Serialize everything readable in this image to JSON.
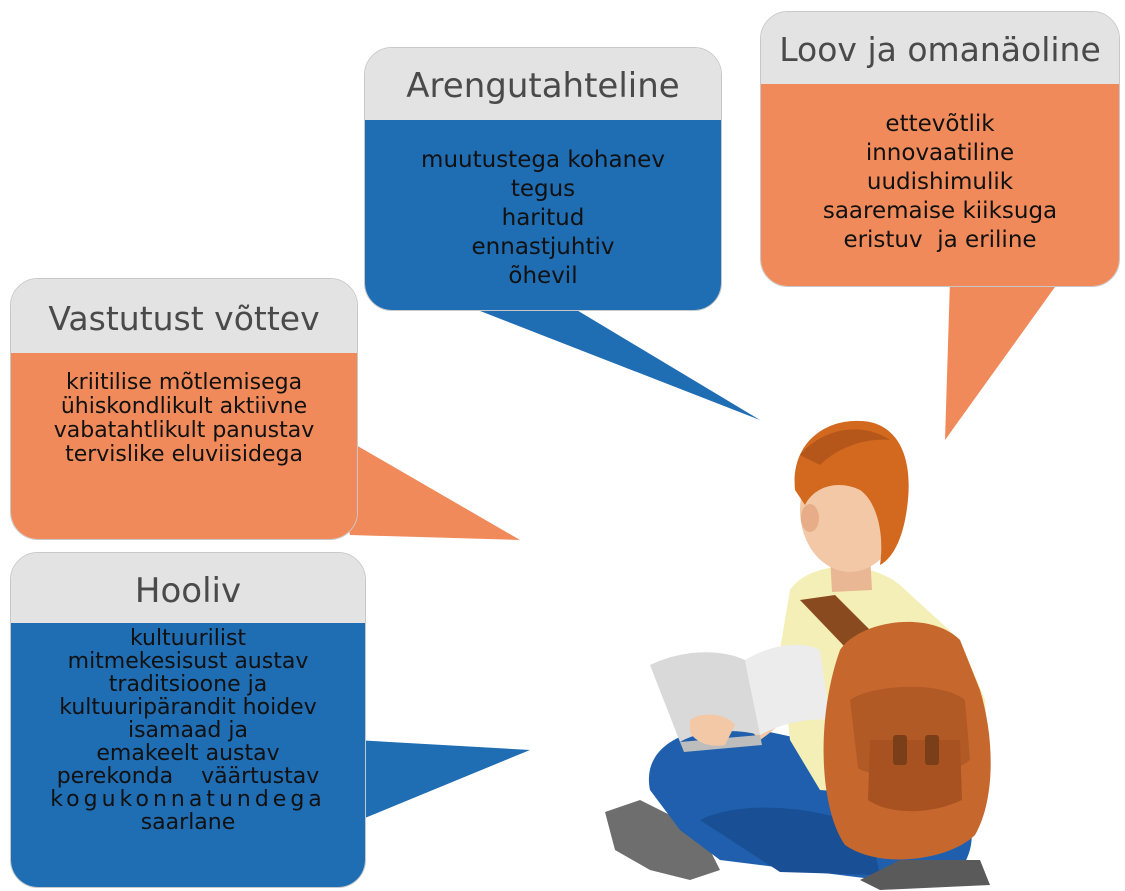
{
  "colors": {
    "blue": "#1f6db3",
    "orange": "#f08a5a",
    "header_gray": "#e3e3e3"
  },
  "bubbles": {
    "arengutahteline": {
      "title": "Arengutahteline",
      "lines": [
        "muutustega kohanev",
        "tegus",
        "haritud",
        "ennastjuhtiv",
        "õhevil"
      ]
    },
    "loov": {
      "title": "Loov ja omanäoline",
      "lines": [
        "ettevõtlik",
        "innovaatiline",
        "uudishimulik",
        "saaremaise kiiksuga",
        "eristuv  ja eriline"
      ]
    },
    "vastutust": {
      "title": "Vastutust võttev",
      "lines": [
        "kriitilise mõtlemisega",
        "ühiskondlikult aktiivne",
        "vabatahtlikult panustav",
        "tervislike eluviisidega"
      ]
    },
    "hooliv": {
      "title": "Hooliv",
      "lines": [
        "kultuurilist",
        "mitmekesisust austav",
        "traditsioone ja",
        "kultuuripärandit hoidev",
        "isamaad ja",
        "emakeelt austav",
        "perekonda    väärtustav",
        "kogukonnatundega",
        "saarlane"
      ]
    }
  },
  "figure": {
    "icon": "student-reading-book-icon"
  }
}
